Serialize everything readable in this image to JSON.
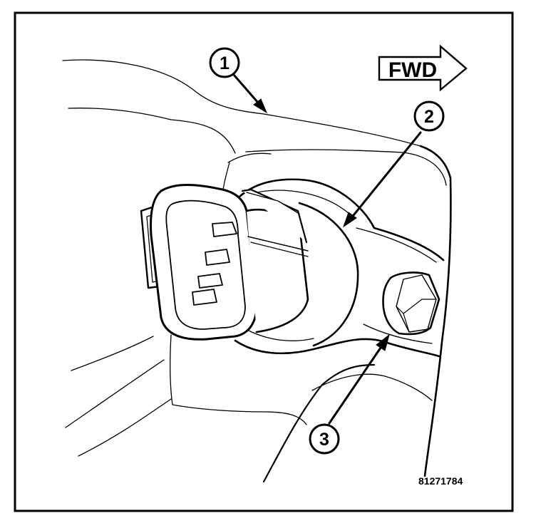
{
  "figure": {
    "callouts": [
      {
        "number": "1"
      },
      {
        "number": "2"
      },
      {
        "number": "3"
      }
    ],
    "direction_label": "FWD",
    "figure_id": "81271784"
  }
}
